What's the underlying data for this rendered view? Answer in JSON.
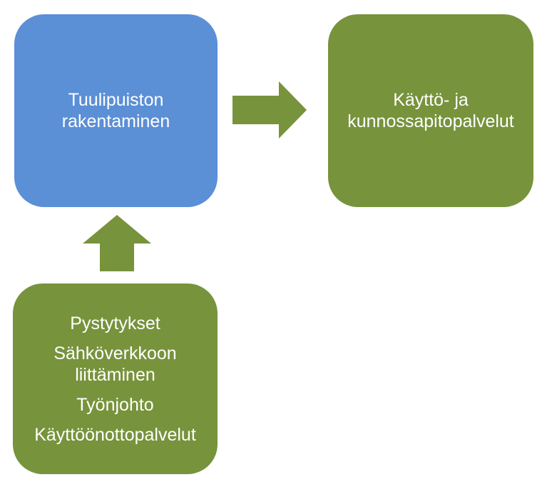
{
  "colors": {
    "blue_box": "#5b8fd6",
    "green_box": "#77933c",
    "arrow": "#77933c",
    "text": "#ffffff"
  },
  "nodes": {
    "construction": {
      "lines": [
        "Tuulipuiston",
        "rakentaminen"
      ]
    },
    "maintenance": {
      "lines": [
        "Käyttö- ja",
        "kunnossapitopalvelut"
      ]
    },
    "services": {
      "items": [
        {
          "lines": [
            "Pystytykset"
          ]
        },
        {
          "lines": [
            "Sähköverkkoon",
            "liittäminen"
          ]
        },
        {
          "lines": [
            "Työnjohto"
          ]
        },
        {
          "lines": [
            "Käyttöönottopalvelut"
          ]
        }
      ]
    }
  },
  "edges": [
    {
      "from": "construction",
      "to": "maintenance",
      "icon": "arrow-right-icon"
    },
    {
      "from": "services",
      "to": "construction",
      "icon": "arrow-up-icon"
    }
  ]
}
